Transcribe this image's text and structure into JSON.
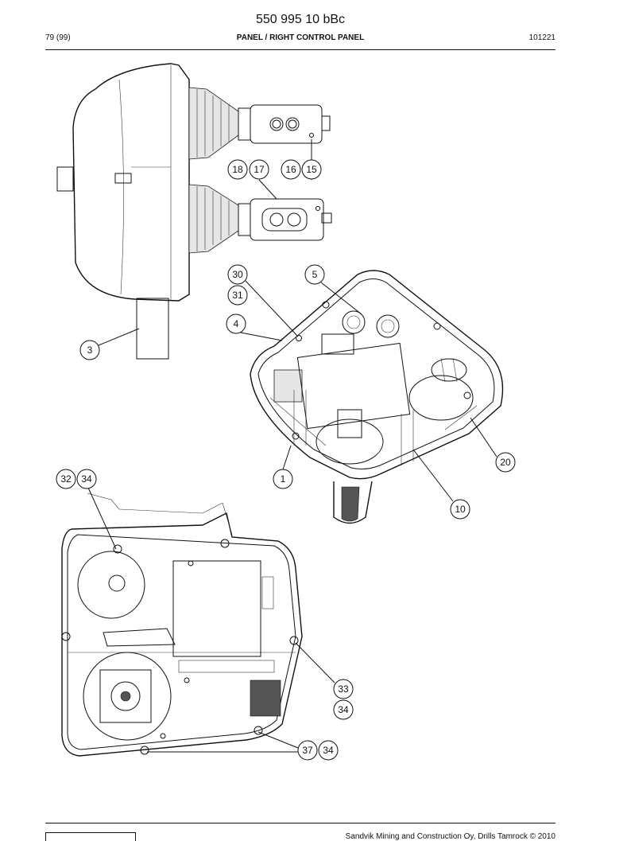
{
  "header": {
    "doc_number": "550 995 10 bBc",
    "page": "79 (99)",
    "section": "PANEL / RIGHT CONTROL PANEL",
    "revision": "101221"
  },
  "callouts": [
    "18",
    "17",
    "16",
    "15",
    "30",
    "31",
    "4",
    "5",
    "3",
    "20",
    "1",
    "10",
    "32",
    "34",
    "33",
    "34",
    "37",
    "34"
  ],
  "footer": {
    "text": "Sandvik Mining and Construction Oy, Drills Tamrock © 2010"
  }
}
